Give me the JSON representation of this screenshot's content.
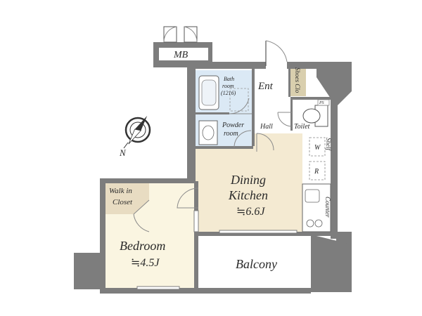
{
  "plan": {
    "rooms": {
      "mb": "MB",
      "ent": "Ent",
      "shoes": "Shoes Clo",
      "bath_name": "Bath",
      "bath_room": "room",
      "bath_size": "(1216)",
      "ps": "PS",
      "powder_1": "Powder",
      "powder_2": "room",
      "hall": "Hall",
      "toilet": "Toilet",
      "shelf": "Shelf",
      "w": "W",
      "r": "R",
      "dining_1": "Dining",
      "kitchen_1": "Kitchen",
      "dk_size": "≒6.6J",
      "counter": "Counter",
      "wic_1": "Walk in",
      "wic_2": "Closet",
      "bedroom": "Bedroom",
      "bed_size": "≒4.5J",
      "balcony": "Balcony"
    },
    "compass": {
      "north": "N"
    },
    "colors": {
      "wall": "#7d7d7d",
      "dining_floor": "#f4ead2",
      "bedroom_floor": "#faf5e1",
      "closet_floor": "#e8dcc2",
      "wet_floor": "#dbe9f5",
      "shoes_floor": "#d9cfae",
      "floor_white": "#ffffff"
    }
  }
}
